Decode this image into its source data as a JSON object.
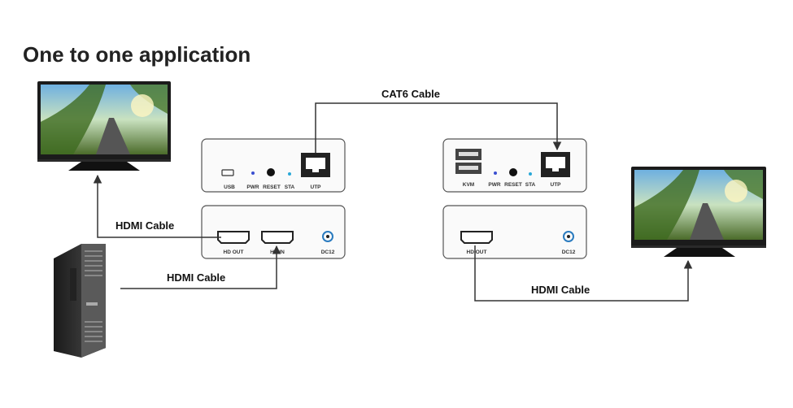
{
  "title": "One to one application",
  "cables": {
    "cat6": "CAT6 Cable",
    "hdmi_tx_out": "HDMI Cable",
    "hdmi_pc_in": "HDMI Cable",
    "hdmi_rx_out": "HDMI Cable"
  },
  "transmitter": {
    "top_labels": {
      "usb": "USB",
      "pwr": "PWR",
      "reset": "RESET",
      "sta": "STA",
      "utp": "UTP"
    },
    "bottom_labels": {
      "hd_out": "HD OUT",
      "hd_in": "HD IN",
      "dc12": "DC12"
    }
  },
  "receiver": {
    "top_labels": {
      "kvm": "KVM",
      "pwr": "PWR",
      "reset": "RESET",
      "sta": "STA",
      "utp": "UTP"
    },
    "bottom_labels": {
      "hd_out": "HD OUT",
      "dc12": "DC12"
    }
  },
  "colors": {
    "line": "#333333",
    "panel_border": "#555555",
    "led_blue": "#3a4fd0",
    "led_cyan": "#2aa8d8"
  }
}
